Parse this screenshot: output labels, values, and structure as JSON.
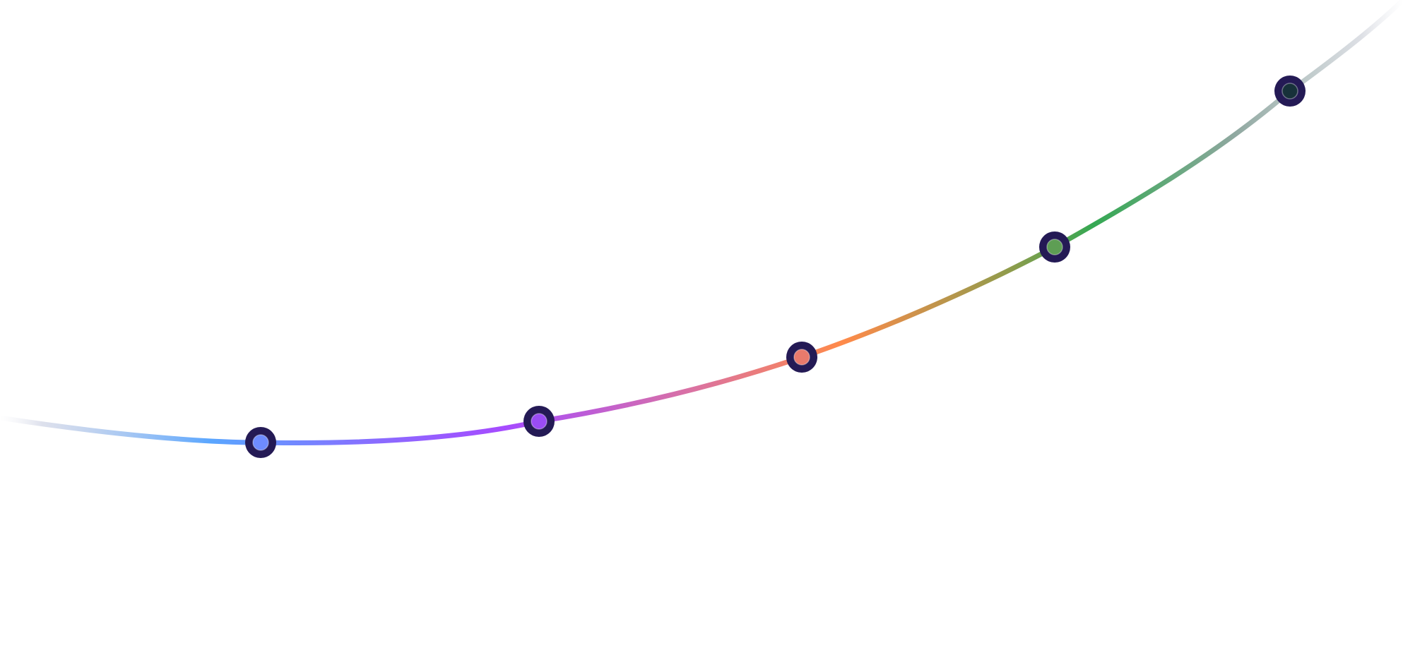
{
  "curve": {
    "gradient_stops": [
      {
        "offset": 0.0,
        "color": "#e4e6ee",
        "opacity": 0.0
      },
      {
        "offset": 0.03,
        "color": "#c7cce0",
        "opacity": 0.6
      },
      {
        "offset": 0.15,
        "color": "#5aa6ff",
        "opacity": 1
      },
      {
        "offset": 0.27,
        "color": "#8a6bff",
        "opacity": 1
      },
      {
        "offset": 0.36,
        "color": "#a64bff",
        "opacity": 1
      },
      {
        "offset": 0.49,
        "color": "#d971a5",
        "opacity": 1
      },
      {
        "offset": 0.6,
        "color": "#ff8a4a",
        "opacity": 1
      },
      {
        "offset": 0.72,
        "color": "#8f9c4c",
        "opacity": 1
      },
      {
        "offset": 0.78,
        "color": "#34a853",
        "opacity": 1
      },
      {
        "offset": 0.88,
        "color": "#8fa8a0",
        "opacity": 1
      },
      {
        "offset": 0.97,
        "color": "#d4d7de",
        "opacity": 0.8
      },
      {
        "offset": 1.0,
        "color": "#e6e8ee",
        "opacity": 0.0
      }
    ]
  },
  "markers": [
    {
      "name": "milestone-marker-1",
      "ring_color": "#241a55",
      "fill_color": "#6e8cff"
    },
    {
      "name": "milestone-marker-2",
      "ring_color": "#241a55",
      "fill_color": "#9a4cf4"
    },
    {
      "name": "milestone-marker-3",
      "ring_color": "#241a55",
      "fill_color": "#e97a6c"
    },
    {
      "name": "milestone-marker-4",
      "ring_color": "#241a55",
      "fill_color": "#5e9e54"
    },
    {
      "name": "milestone-marker-5",
      "ring_color": "#241a55",
      "fill_color": "#17313a"
    }
  ]
}
